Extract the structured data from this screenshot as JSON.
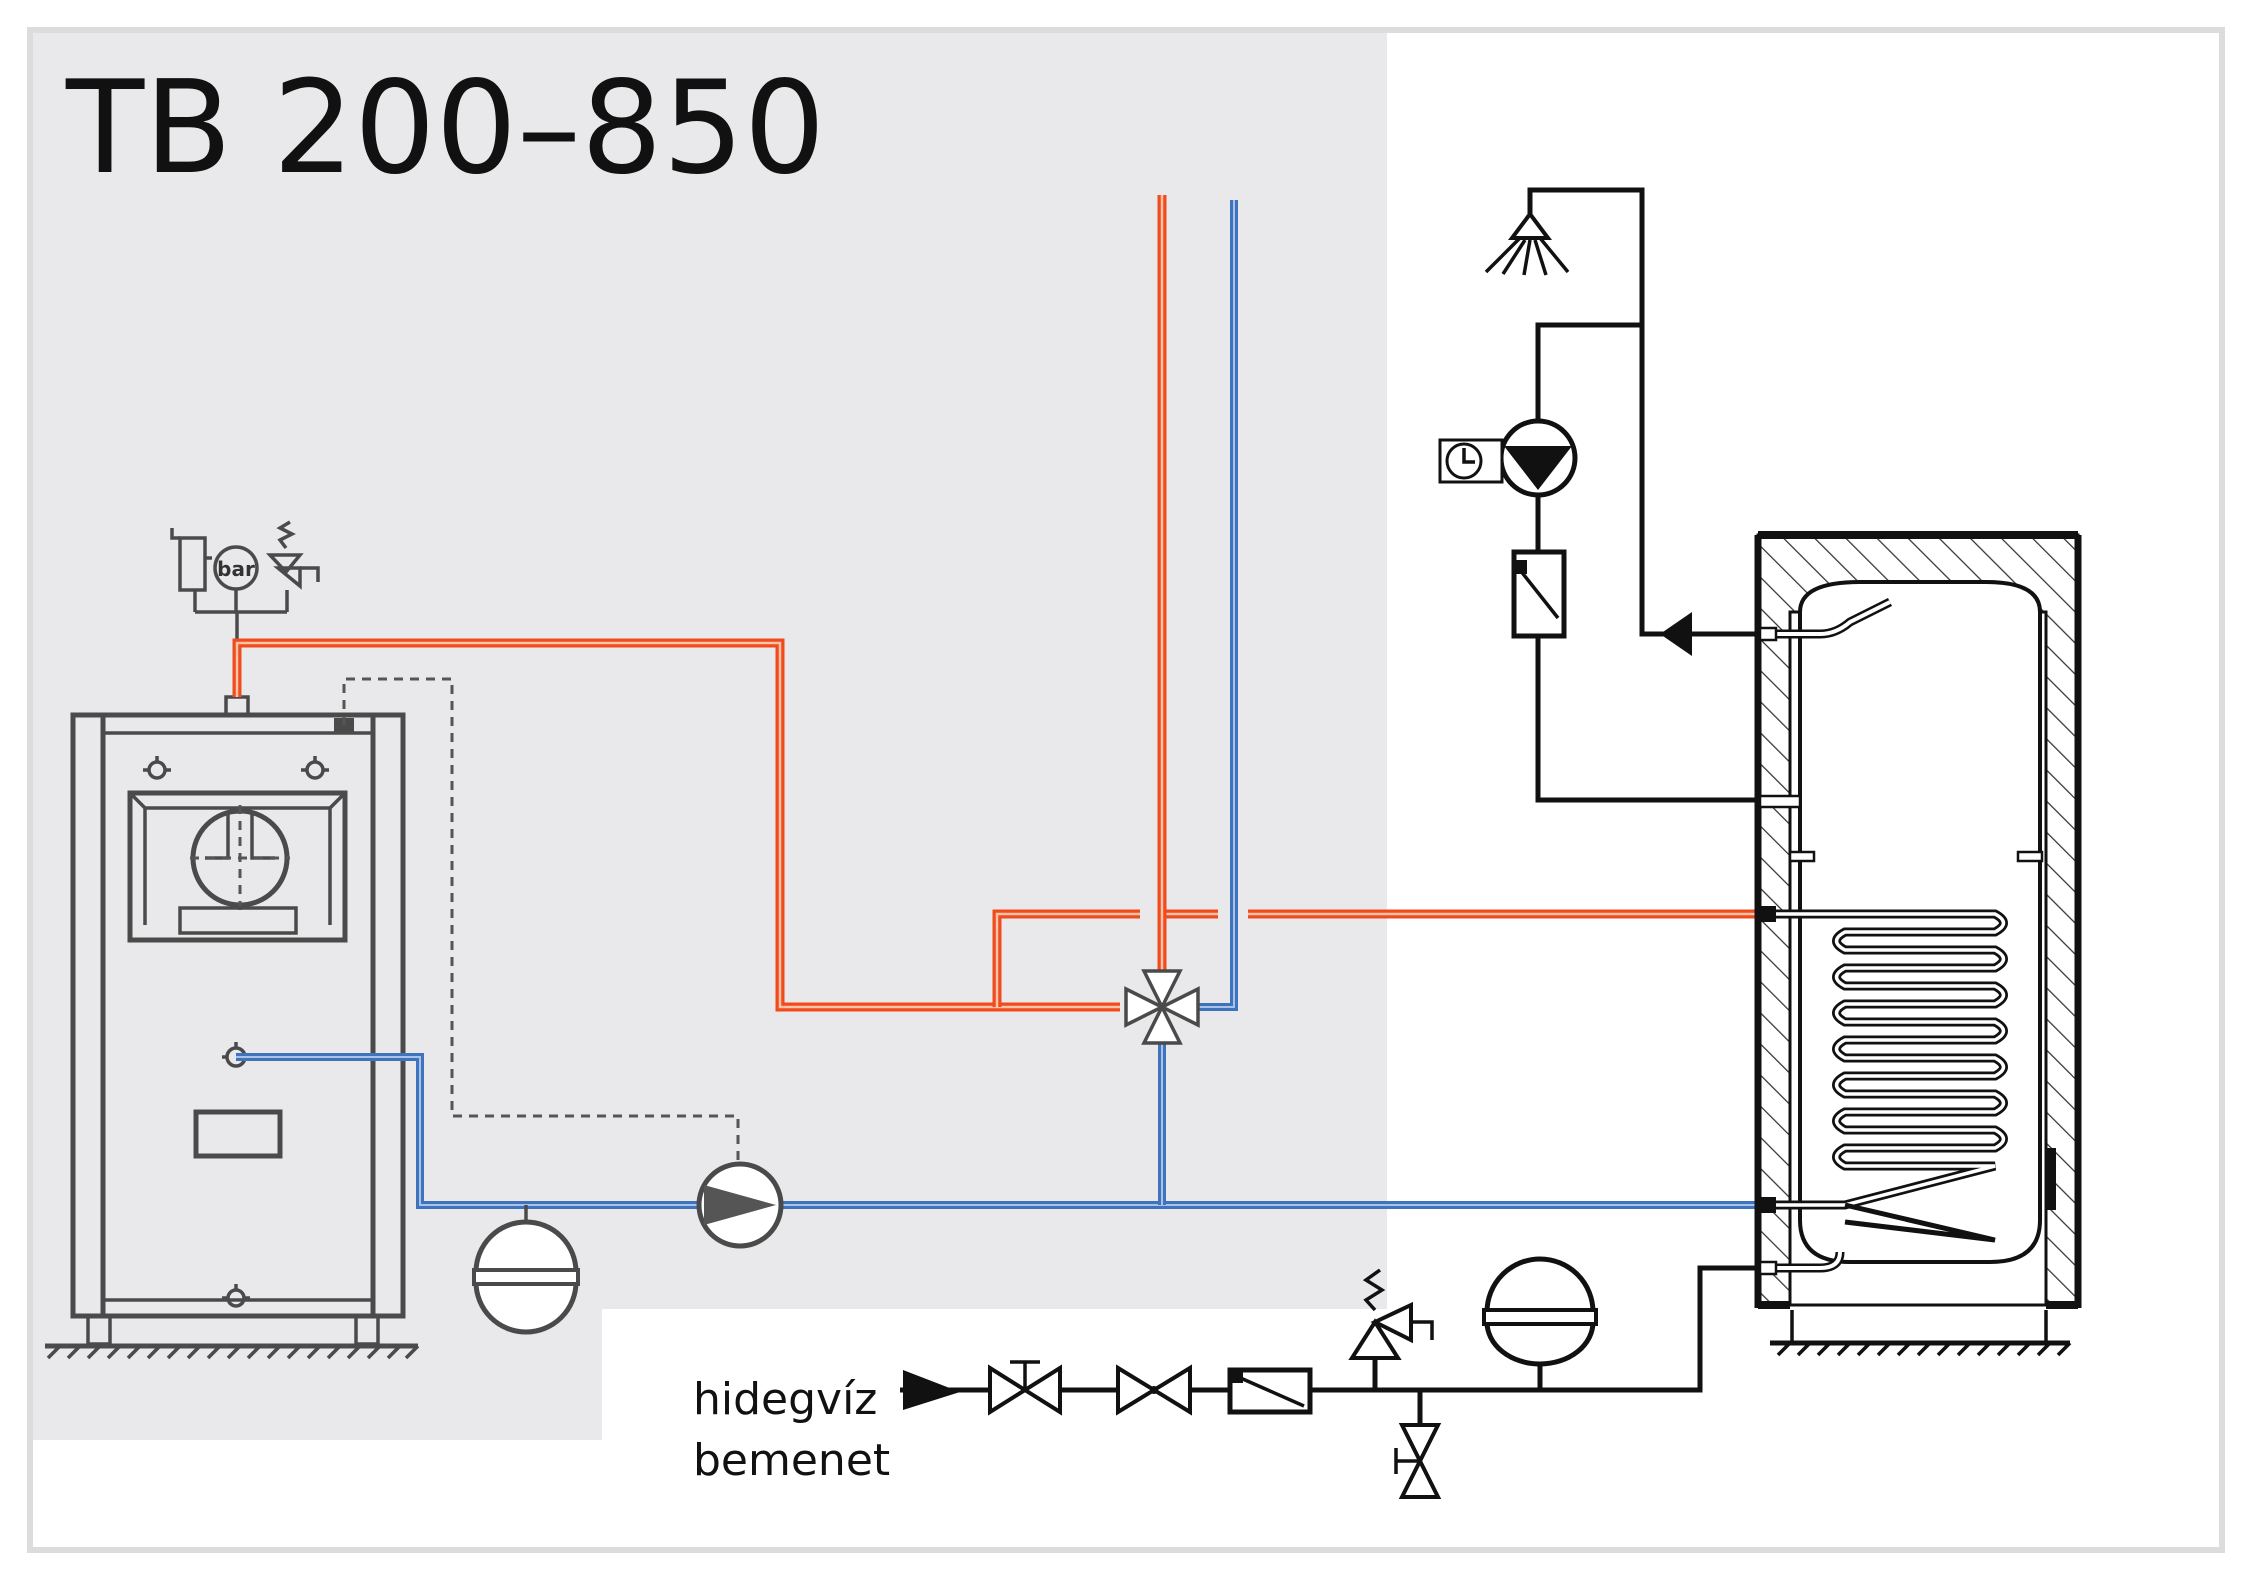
{
  "title": "TB 200–850",
  "gauge_label": "bar",
  "cold_inlet_label": {
    "line1": "hidegvíz",
    "line2": "bemenet"
  },
  "colors": {
    "background_panel": "#e9e9eb",
    "frame": "#dcdcdc",
    "hot_pipe": "#ef4b1d",
    "cold_pipe": "#3f73be",
    "equipment": "#4a4a4a",
    "domestic_water_line": "#111111"
  },
  "icons": {
    "boiler": "boiler-icon",
    "mixing_valve": "four-way-mixing-valve-icon",
    "boiler_pump": "circulation-pump-icon",
    "expansion_vessel": "expansion-vessel-icon",
    "storage_tank": "hot-water-storage-tank-icon",
    "shower": "shower-icon",
    "circulation_pump": "dhw-circulation-pump-icon",
    "timer": "clock-icon",
    "check_valve": "check-valve-icon",
    "safety_valve": "safety-valve-icon",
    "shutoff_valve": "shutoff-valve-icon",
    "pressure_reducer": "pressure-reducer-icon",
    "drain_valve": "drain-valve-icon"
  }
}
